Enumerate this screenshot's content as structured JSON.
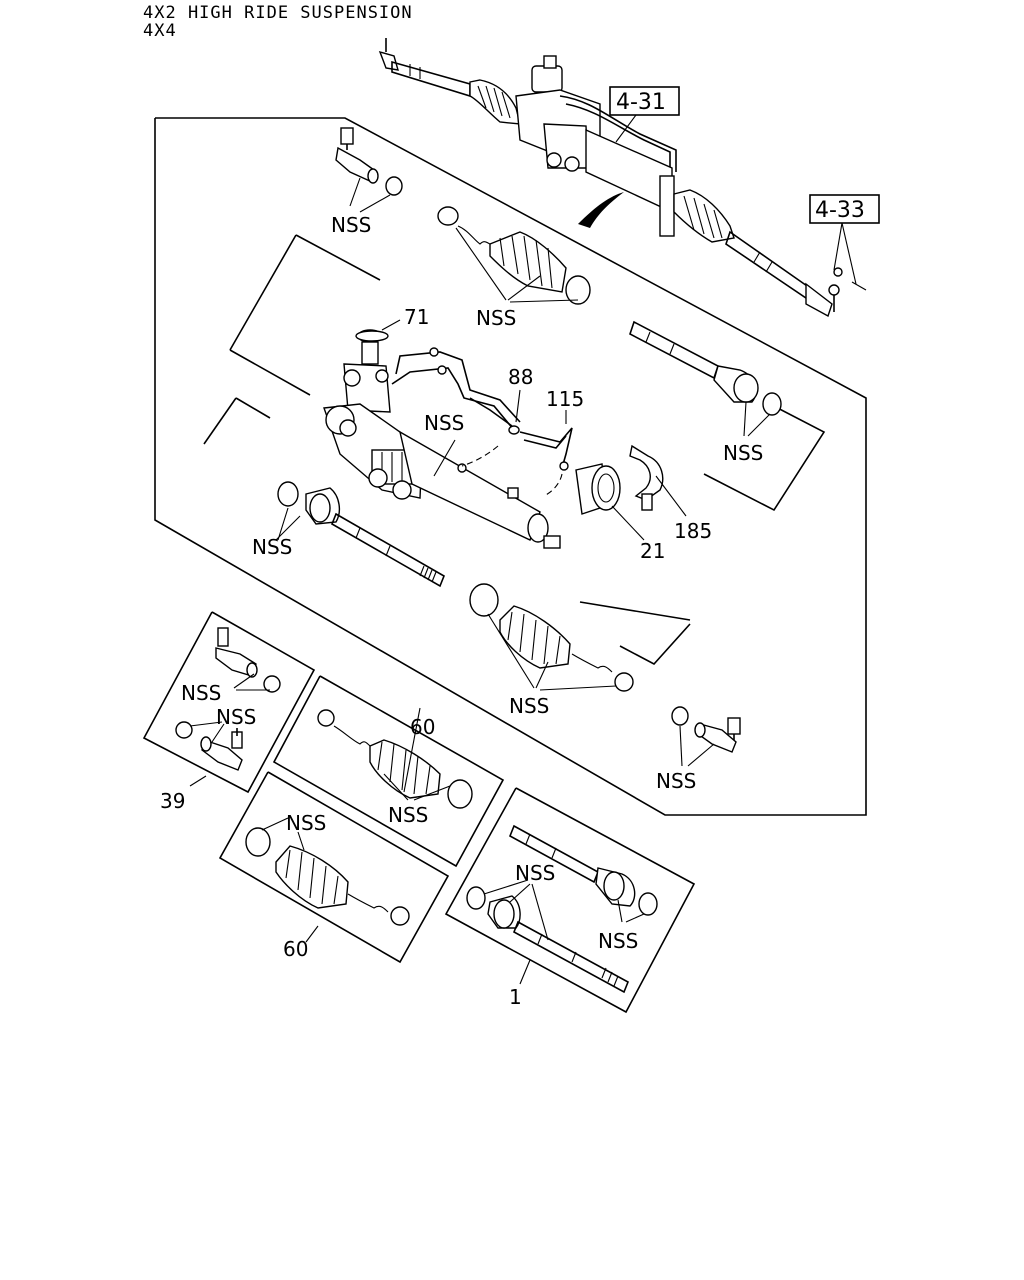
{
  "header": {
    "line1": "4X2 HIGH RIDE SUSPENSION",
    "line2": "4X4"
  },
  "references": {
    "ref_431": "4-31",
    "ref_433": "4-33"
  },
  "callouts": {
    "c71": "71",
    "c88": "88",
    "c115": "115",
    "c185": "185",
    "c21": "21",
    "c60a": "60",
    "c60b": "60",
    "c39": "39",
    "c1": "1",
    "nss_tie_end_upper": "NSS",
    "nss_boot_upper": "NSS",
    "nss_housing": "NSS",
    "nss_inner_right": "NSS",
    "nss_inner_left": "NSS",
    "nss_boot_lower": "NSS",
    "nss_tie_end_lower": "NSS",
    "nss_kit39_a": "NSS",
    "nss_kit39_b": "NSS",
    "nss_kit60a": "NSS",
    "nss_kit60b": "NSS",
    "nss_kit1_a": "NSS",
    "nss_kit1_b": "NSS"
  }
}
